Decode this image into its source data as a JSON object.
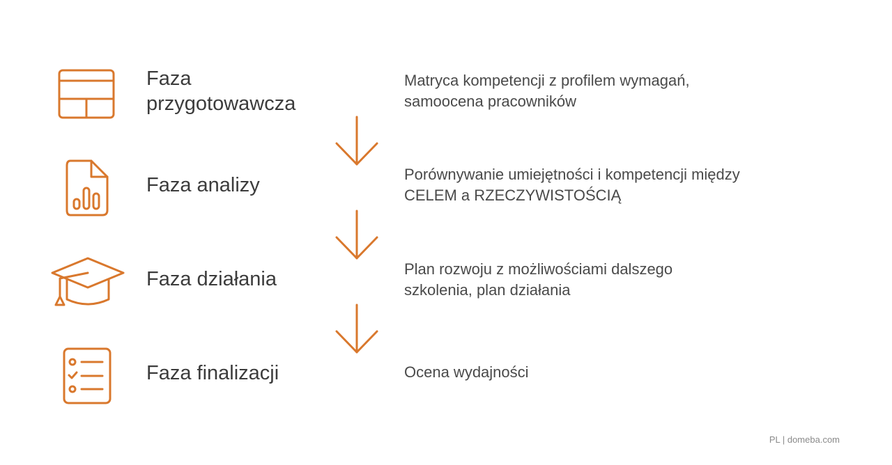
{
  "colors": {
    "accent": "#d9782d",
    "text": "#3c3c3c"
  },
  "phases": [
    {
      "title": "Faza\nprzygotowawcza",
      "description": "Matryca kompetencji z profilem wymagań,\nsamoocena pracowników",
      "icon": "table-icon"
    },
    {
      "title": "Faza analizy",
      "description": "Porównywanie umiejętności i kompetencji między\nCELEM a RZECZYWISTOŚCIĄ",
      "icon": "document-chart-icon"
    },
    {
      "title": "Faza działania",
      "description": "Plan rozwoju z możliwościami dalszego\nszkolenia, plan działania",
      "icon": "graduation-cap-icon"
    },
    {
      "title": "Faza finalizacji",
      "description": "Ocena wydajności",
      "icon": "checklist-icon"
    }
  ],
  "footer": {
    "text": "PL | domeba.com"
  }
}
